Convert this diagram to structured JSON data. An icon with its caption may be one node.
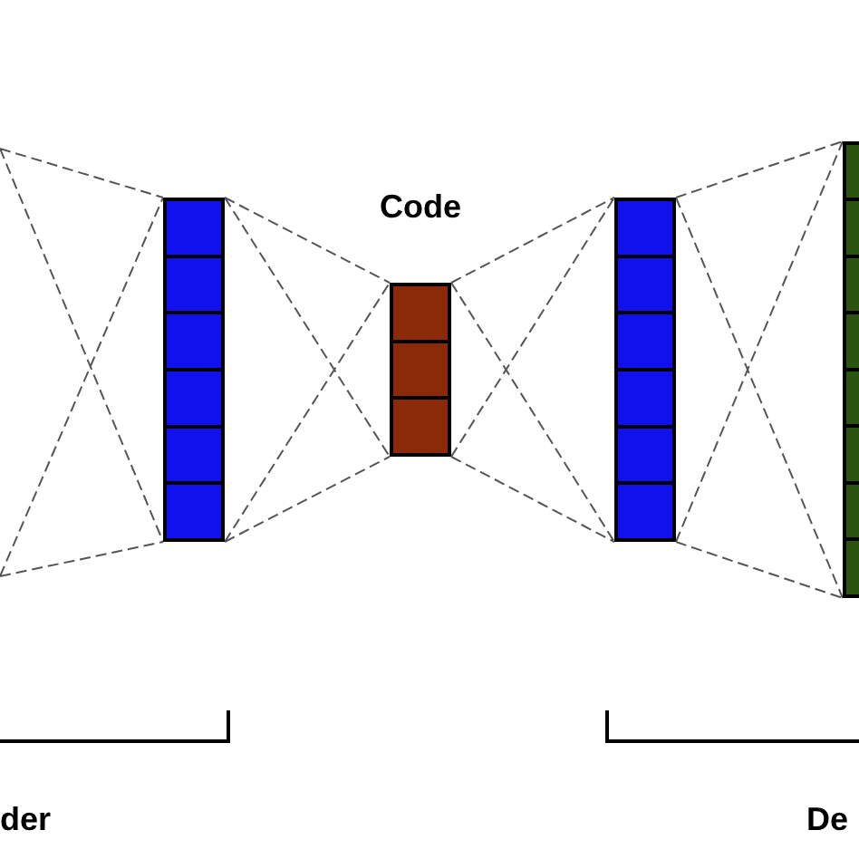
{
  "diagram": {
    "nodes": [
      {
        "text": [],
        "shape": "bar"
      },
      {
        "text": [
          "Code"
        ]
      },
      {
        "text": [],
        "shape": "bar"
      },
      {
        "text": [],
        "shape": "bar"
      }
    ],
    "edges": [
      {
        "from": null,
        "to": 0,
        "arrow": "none",
        "style": "dashed"
      },
      {
        "from": 0,
        "to": 1,
        "arrow": "none",
        "style": "dashed"
      },
      {
        "from": 1,
        "to": 2,
        "arrow": "none",
        "style": "dashed"
      },
      {
        "from": 2,
        "to": 3,
        "arrow": "none",
        "style": "dashed"
      }
    ],
    "labels": [
      "der",
      "De"
    ]
  }
}
